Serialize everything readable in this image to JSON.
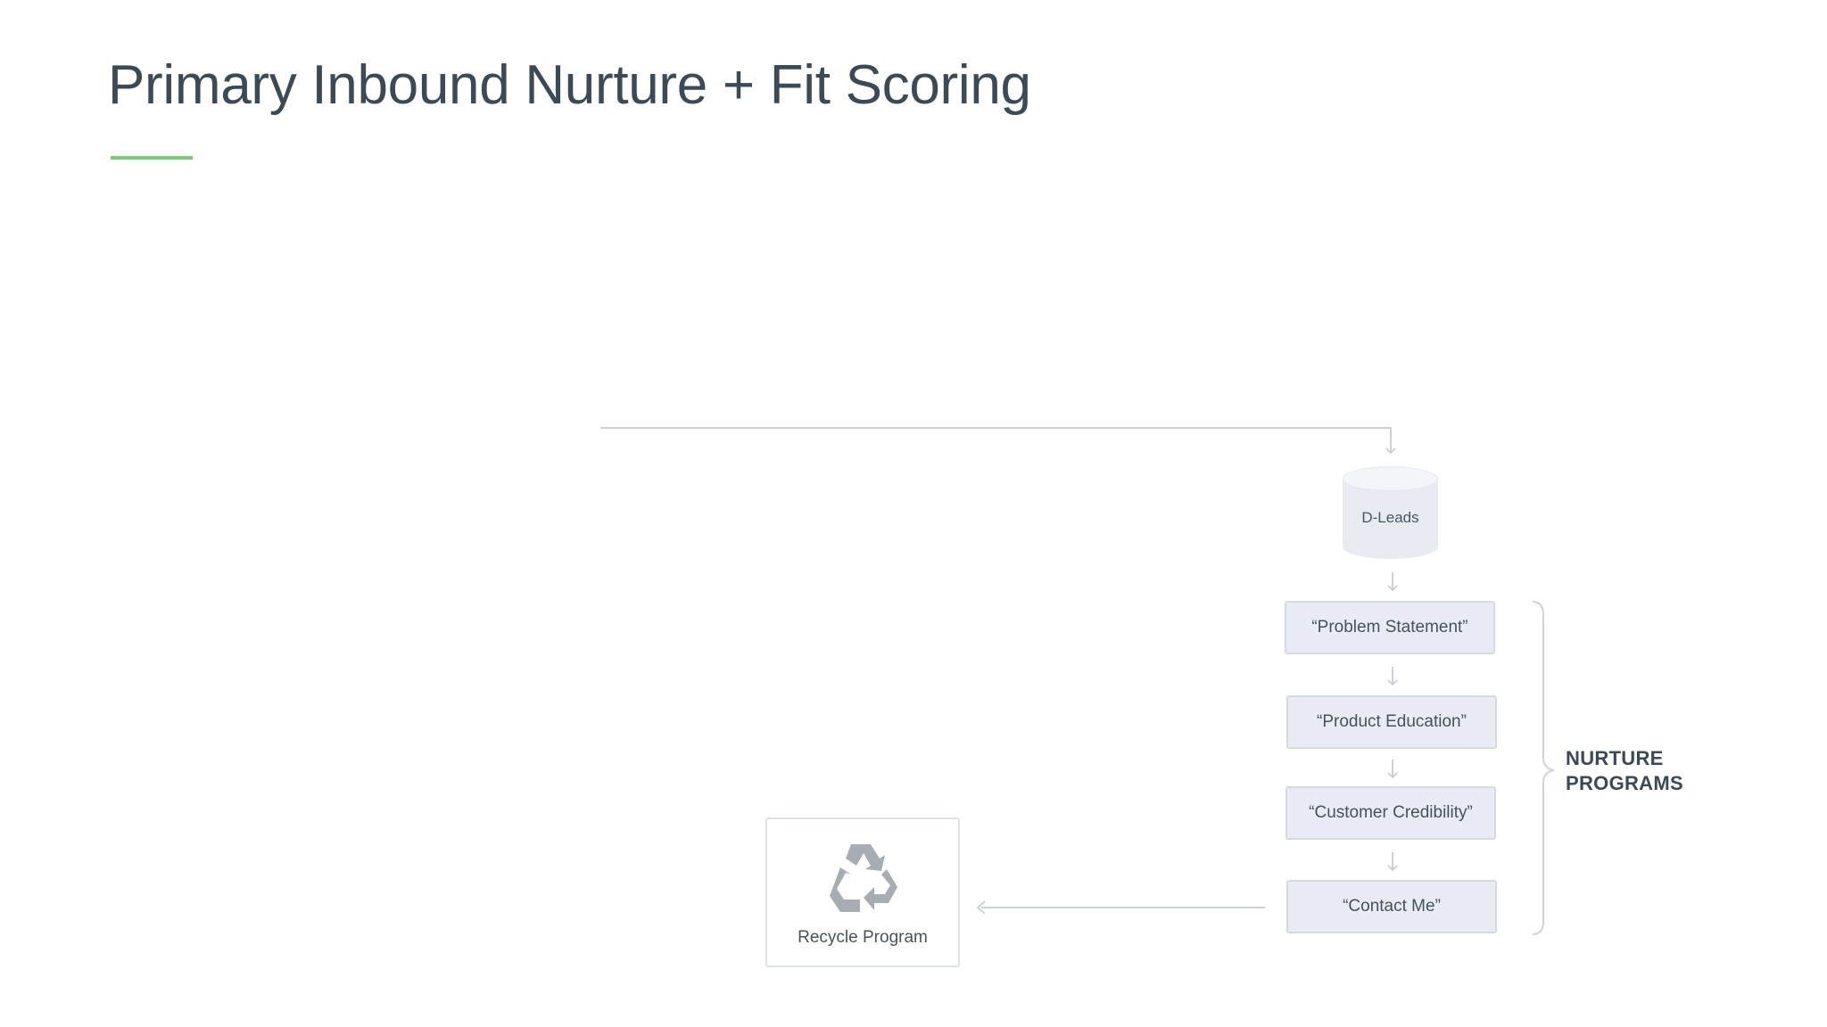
{
  "title": "Primary Inbound Nurture + Fit Scoring",
  "accent_color": "#7acb72",
  "database": {
    "label": "D-Leads"
  },
  "nurture_steps": [
    {
      "label": "“Problem Statement”"
    },
    {
      "label": "“Product Education”"
    },
    {
      "label": "“Customer Credibility”"
    },
    {
      "label": "“Contact Me”"
    }
  ],
  "nurture_group": {
    "label_line1": "NURTURE",
    "label_line2": "PROGRAMS"
  },
  "recycle": {
    "label": "Recycle Program",
    "icon": "recycle-icon"
  }
}
